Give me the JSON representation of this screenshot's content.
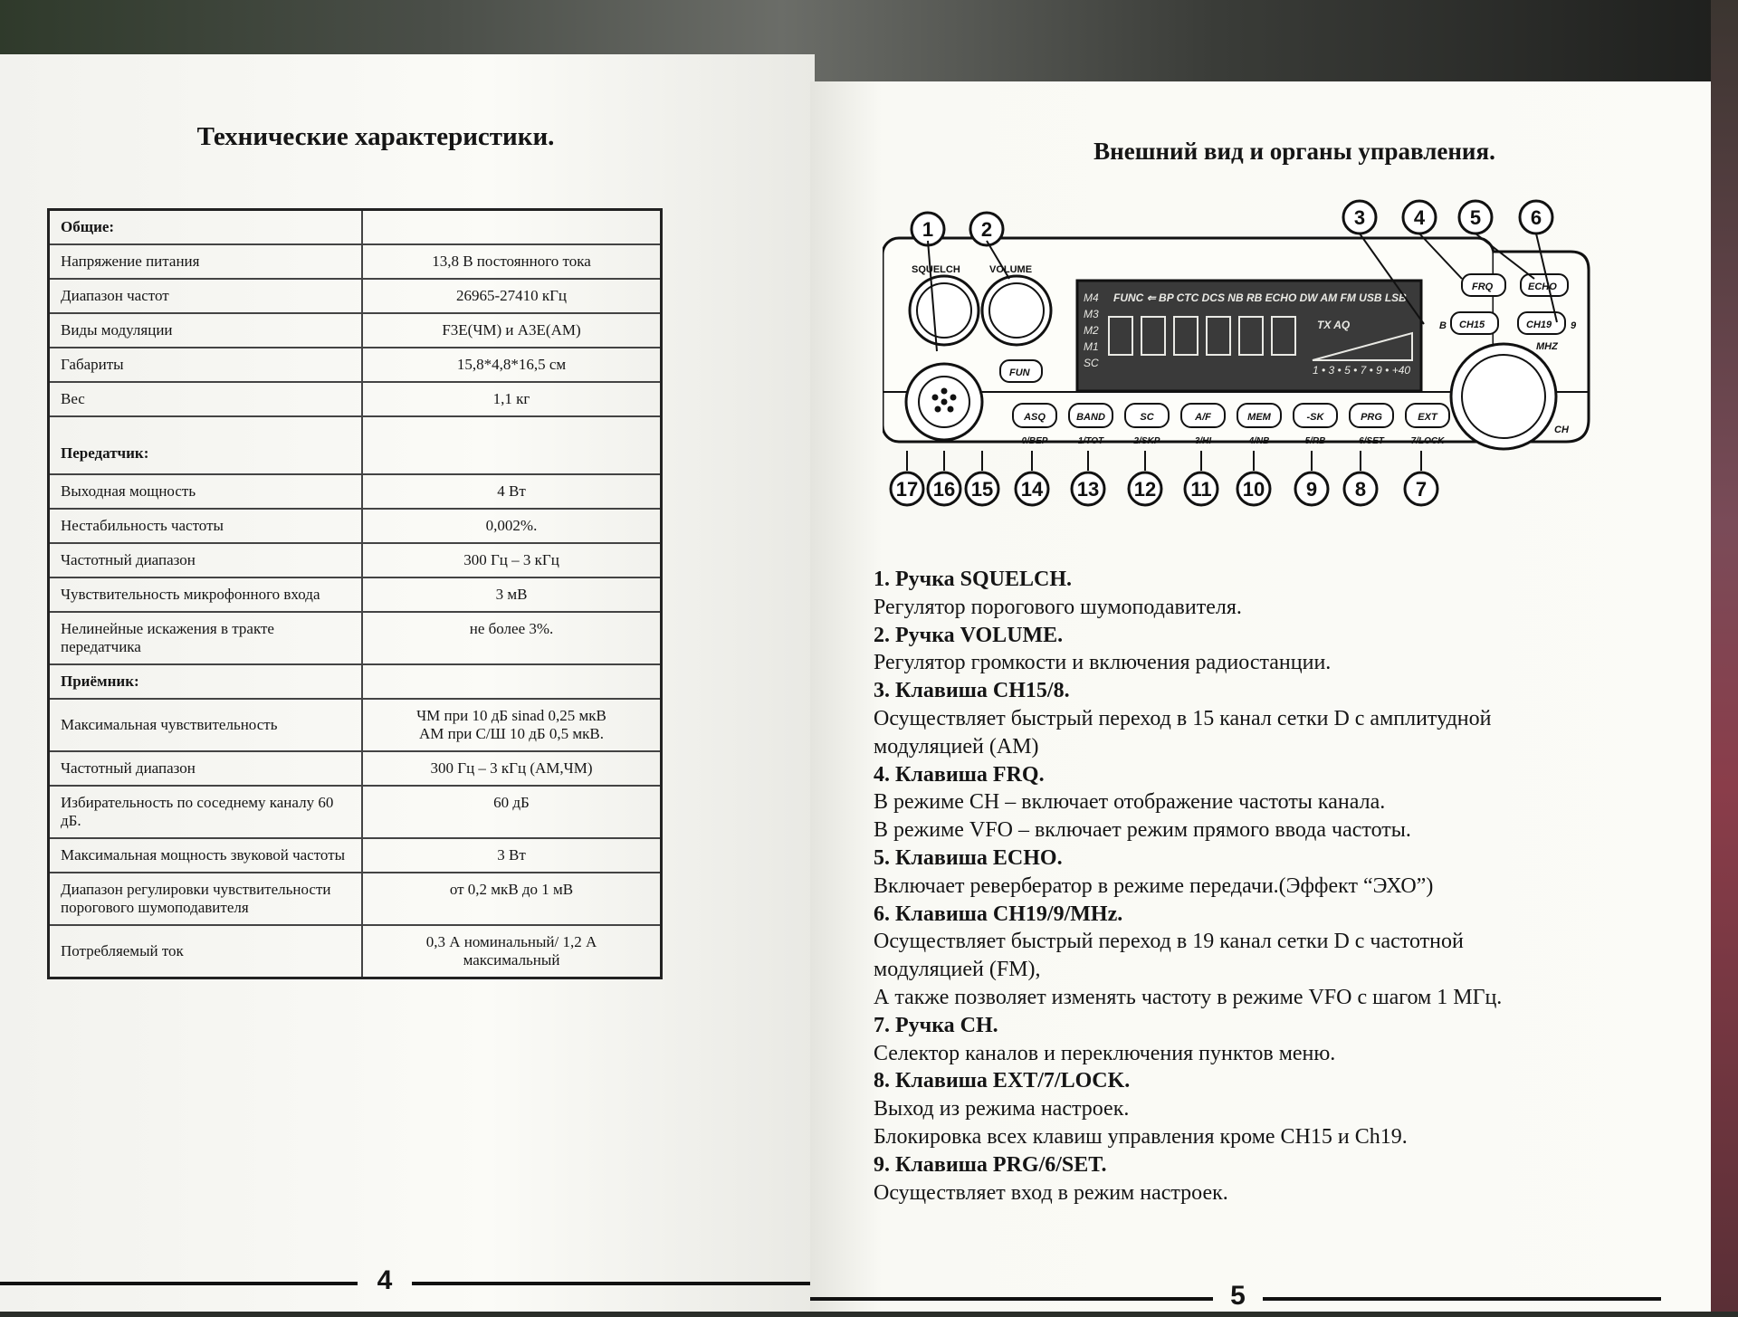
{
  "left_page": {
    "title": "Технические характеристики.",
    "page_number": "4",
    "table": {
      "general": {
        "heading": "Общие:",
        "rows": [
          {
            "key": "Напряжение питания",
            "value": "13,8 В постоянного тока"
          },
          {
            "key": "Диапазон частот",
            "value": "26965-27410 кГц"
          },
          {
            "key": "Виды модуляции",
            "value": "F3E(ЧМ) и A3E(AM)"
          },
          {
            "key": "Габариты",
            "value": "15,8*4,8*16,5 см"
          },
          {
            "key": "Вес",
            "value": "1,1 кг"
          }
        ]
      },
      "transmitter": {
        "heading": "Передатчик:",
        "rows": [
          {
            "key": "Выходная мощность",
            "value": "4 Вт"
          },
          {
            "key": "Нестабильность частоты",
            "value": "0,002%."
          },
          {
            "key": "Частотный диапазон",
            "value": "300 Гц – 3 кГц"
          },
          {
            "key": "Чувствительность микрофонного входа",
            "value": "3 мВ"
          },
          {
            "key": "Нелинейные искажения в тракте передатчика",
            "value": "не более 3%."
          }
        ]
      },
      "receiver": {
        "heading": "Приёмник:",
        "rows": [
          {
            "key": "Максимальная чувствительность",
            "value": "ЧМ при 10 дБ sinad 0,25 мкВ",
            "value2": "АМ при С/Ш 10 дБ 0,5 мкВ."
          },
          {
            "key": "Частотный диапазон",
            "value": "300 Гц – 3 кГц (АМ,ЧМ)"
          },
          {
            "key": "Избирательность по соседнему каналу 60 дБ.",
            "value": "60 дБ"
          },
          {
            "key": "Максимальная мощность звуковой частоты",
            "value": "3 Вт"
          },
          {
            "key": "Диапазон регулировки чувствительности порогового шумоподавителя",
            "value": "от 0,2 мкВ до 1 мВ"
          },
          {
            "key": "Потребляемый ток",
            "value": "0,3 А номинальный/ 1,2 А",
            "value2": "максимальный"
          }
        ]
      }
    }
  },
  "right_page": {
    "title": "Внешний вид и органы управления.",
    "page_number": "5",
    "diagram": {
      "knob_labels": {
        "squelch": "SQUELCH",
        "volume": "VOLUME",
        "ch": "CH"
      },
      "lcd_top": "FUNC ⇐ BP CTC DCS NB RB ECHO DW AM FM USB LSB",
      "lcd_tx": "TX AQ",
      "lcd_side": [
        "M4",
        "M3",
        "M2",
        "M1",
        "SC"
      ],
      "lcd_scale": "1 • 3 • 5 • 7 • 9 • +40",
      "top_buttons": {
        "frq": "FRQ",
        "echo": "ECHO",
        "ch15": "CH15",
        "ch19": "CH19",
        "b_label": "B",
        "nine_label": "9",
        "mhz": "MHZ",
        "fun": "FUN"
      },
      "bottom_buttons": [
        {
          "label": "ASQ",
          "sub": "0/BEP"
        },
        {
          "label": "BAND",
          "sub": "1/TOT"
        },
        {
          "label": "SC",
          "sub": "2/SKP"
        },
        {
          "label": "A/F",
          "sub": "3/HI"
        },
        {
          "label": "MEM",
          "sub": "4/NB"
        },
        {
          "label": "-SK",
          "sub": "5/RB"
        },
        {
          "label": "PRG",
          "sub": "6/SET"
        },
        {
          "label": "EXT",
          "sub": "7/LOCK"
        }
      ],
      "callouts_top": [
        "1",
        "2",
        "3",
        "4",
        "5",
        "6"
      ],
      "callouts_bottom": [
        "17",
        "16",
        "15",
        "14",
        "13",
        "12",
        "11",
        "10",
        "9",
        "8",
        "7"
      ]
    },
    "items": [
      {
        "heading": "1. Ручка SQUELCH.",
        "lines": [
          "Регулятор порогового шумоподавителя."
        ]
      },
      {
        "heading": "2. Ручка VOLUME.",
        "lines": [
          "Регулятор громкости и включения радиостанции."
        ]
      },
      {
        "heading": "3. Клавиша CH15/8.",
        "lines": [
          "Осуществляет быстрый переход в 15 канал сетки D с амплитудной",
          "модуляцией (AM)"
        ]
      },
      {
        "heading": "4. Клавиша FRQ.",
        "lines": [
          "В режиме CH – включает отображение частоты канала.",
          "В режиме VFO – включает режим прямого ввода частоты."
        ]
      },
      {
        "heading": "5. Клавиша ECHO.",
        "lines": [
          "Включает ревербератор в режиме передачи.(Эффект “ЭХО”)"
        ]
      },
      {
        "heading": "6. Клавиша CH19/9/MHz.",
        "lines": [
          "Осуществляет быстрый переход в 19 канал сетки D с частотной",
          "модуляцией (FM),",
          "А также позволяет изменять частоту в режиме VFO с шагом 1 МГц."
        ]
      },
      {
        "heading": "7. Ручка CH.",
        "lines": [
          "Селектор каналов и переключения пунктов меню."
        ]
      },
      {
        "heading": "8. Клавиша EXT/7/LOCK.",
        "lines": [
          "Выход из режима настроек.",
          "Блокировка всех клавиш управления кроме CH15 и Ch19."
        ]
      },
      {
        "heading": "9. Клавиша PRG/6/SET.",
        "lines": [
          "Осуществляет вход в режим настроек."
        ]
      }
    ]
  }
}
